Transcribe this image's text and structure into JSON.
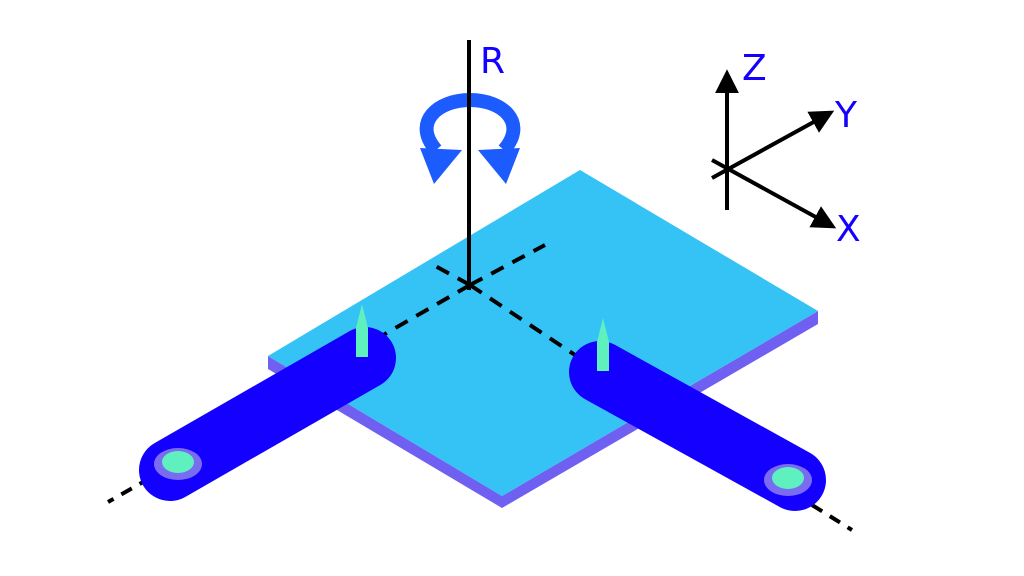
{
  "labels": {
    "rotation": "R",
    "z": "Z",
    "y": "Y",
    "x": "X"
  },
  "colors": {
    "plate_top": "#35c2f5",
    "plate_edge": "#7060f2",
    "arm": "#1400ff",
    "pin": "#5ff0c0",
    "pivot_ring": "#7a6cf0",
    "pivot_center": "#5ff0c0",
    "rotation_arrow": "#1c5cff",
    "label": "#1400ff",
    "line": "#000000"
  },
  "icons": {
    "rotation": "rotation-arrow-icon",
    "axes": "xyz-axes-icon"
  }
}
